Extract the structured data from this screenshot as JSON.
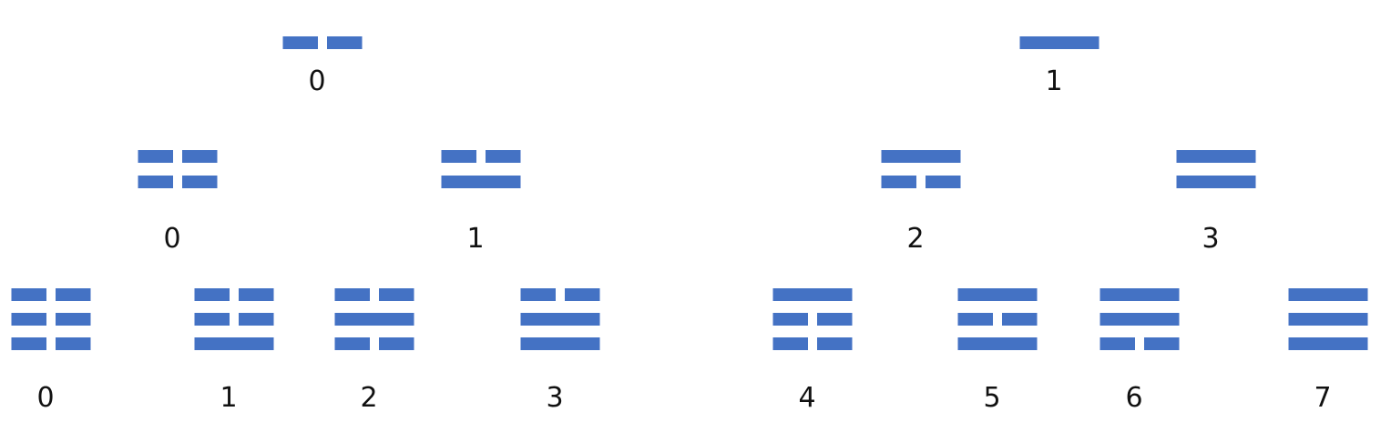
{
  "line_color": "#4472C4",
  "text_color": "#111111",
  "levels": [
    {
      "nodes": [
        {
          "label": "0",
          "lines": [
            "yin"
          ]
        },
        {
          "label": "1",
          "lines": [
            "yang"
          ]
        }
      ]
    },
    {
      "nodes": [
        {
          "label": "0",
          "lines": [
            "yin",
            "yin"
          ]
        },
        {
          "label": "1",
          "lines": [
            "yang",
            "yin"
          ]
        },
        {
          "label": "2",
          "lines": [
            "yin",
            "yang"
          ]
        },
        {
          "label": "3",
          "lines": [
            "yang",
            "yang"
          ]
        }
      ]
    },
    {
      "nodes": [
        {
          "label": "0",
          "lines": [
            "yin",
            "yin",
            "yin"
          ]
        },
        {
          "label": "1",
          "lines": [
            "yang",
            "yin",
            "yin"
          ]
        },
        {
          "label": "2",
          "lines": [
            "yin",
            "yang",
            "yin"
          ]
        },
        {
          "label": "3",
          "lines": [
            "yang",
            "yang",
            "yin"
          ]
        },
        {
          "label": "4",
          "lines": [
            "yin",
            "yin",
            "yang"
          ]
        },
        {
          "label": "5",
          "lines": [
            "yang",
            "yin",
            "yang"
          ]
        },
        {
          "label": "6",
          "lines": [
            "yin",
            "yang",
            "yang"
          ]
        },
        {
          "label": "7",
          "lines": [
            "yang",
            "yang",
            "yang"
          ]
        }
      ]
    }
  ]
}
